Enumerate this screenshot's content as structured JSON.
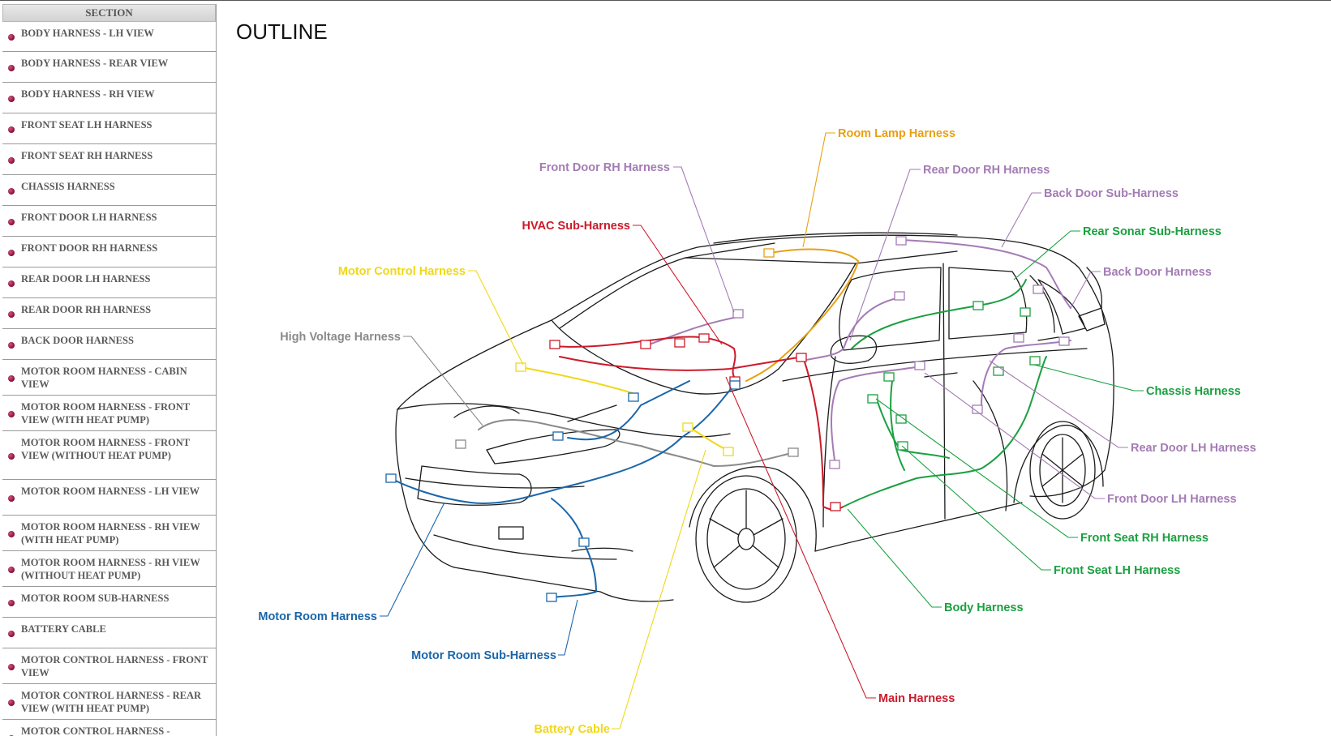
{
  "sidebar": {
    "header": "SECTION",
    "items": [
      {
        "label": "BODY HARNESS - LH VIEW"
      },
      {
        "label": "BODY HARNESS - REAR VIEW"
      },
      {
        "label": "BODY HARNESS - RH VIEW"
      },
      {
        "label": "FRONT SEAT LH HARNESS"
      },
      {
        "label": "FRONT SEAT RH HARNESS"
      },
      {
        "label": "CHASSIS HARNESS"
      },
      {
        "label": "FRONT DOOR LH HARNESS"
      },
      {
        "label": "FRONT DOOR RH HARNESS"
      },
      {
        "label": "REAR DOOR LH HARNESS"
      },
      {
        "label": "REAR DOOR RH HARNESS"
      },
      {
        "label": "BACK DOOR HARNESS"
      },
      {
        "label": "MOTOR ROOM HARNESS - CABIN VIEW"
      },
      {
        "label": "MOTOR ROOM HARNESS - FRONT VIEW (WITH HEAT PUMP)"
      },
      {
        "label": "MOTOR ROOM HARNESS - FRONT VIEW (WITHOUT HEAT PUMP)"
      },
      {
        "label": "MOTOR ROOM HARNESS - LH VIEW"
      },
      {
        "label": "MOTOR ROOM HARNESS - RH VIEW (WITH HEAT PUMP)"
      },
      {
        "label": "MOTOR ROOM HARNESS - RH VIEW (WITHOUT HEAT PUMP)"
      },
      {
        "label": "MOTOR ROOM SUB-HARNESS"
      },
      {
        "label": "BATTERY CABLE"
      },
      {
        "label": "MOTOR CONTROL HARNESS - FRONT VIEW"
      },
      {
        "label": "MOTOR CONTROL HARNESS - REAR VIEW (WITH HEAT PUMP)"
      },
      {
        "label": "MOTOR CONTROL HARNESS -"
      }
    ]
  },
  "page": {
    "title": "OUTLINE"
  },
  "colors": {
    "orange": "#e8a014",
    "purple": "#a47bb5",
    "red": "#cc1a2a",
    "yellow": "#f0d818",
    "gray": "#8a8a8a",
    "blue": "#1a66aa",
    "green": "#1aa040",
    "bullet": "#8a0f3a"
  },
  "diagram": {
    "labels": {
      "room_lamp": "Room Lamp Harness",
      "front_door_rh": "Front Door RH Harness",
      "rear_door_rh": "Rear Door RH Harness",
      "back_door_sub": "Back Door Sub-Harness",
      "hvac_sub": "HVAC Sub-Harness",
      "rear_sonar_sub": "Rear Sonar Sub-Harness",
      "motor_control": "Motor Control Harness",
      "back_door": "Back Door Harness",
      "high_voltage": "High Voltage Harness",
      "chassis": "Chassis Harness",
      "rear_door_lh": "Rear Door LH Harness",
      "front_door_lh": "Front Door LH Harness",
      "front_seat_rh": "Front Seat RH Harness",
      "front_seat_lh": "Front Seat LH Harness",
      "motor_room": "Motor Room Harness",
      "body": "Body Harness",
      "motor_room_sub": "Motor Room Sub-Harness",
      "main": "Main Harness",
      "battery_cable": "Battery Cable"
    }
  }
}
